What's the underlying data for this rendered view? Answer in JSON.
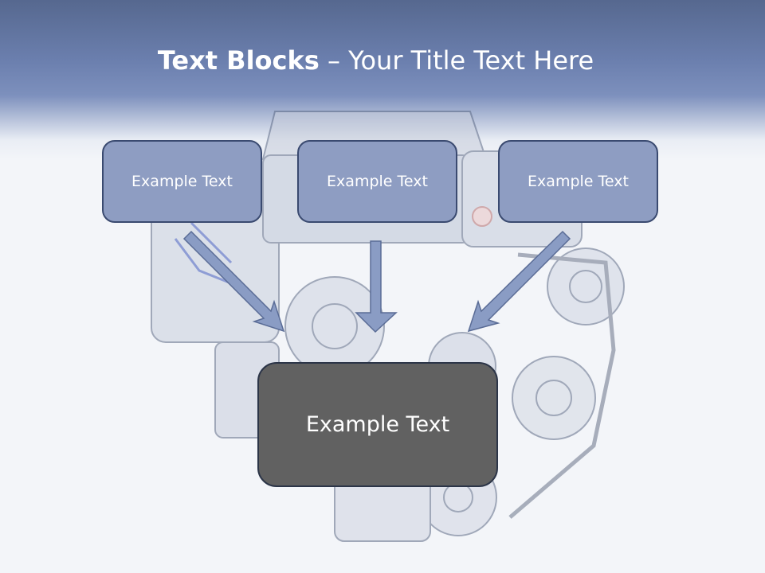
{
  "slide": {
    "title_bold": "Text Blocks",
    "title_dash": " – ",
    "title_rest": "Your Title Text Here"
  },
  "blocks": {
    "left": "Example Text",
    "center": "Example Text",
    "right": "Example Text",
    "main": "Example Text"
  },
  "colors": {
    "header_blue": "#6b7fae",
    "small_box_fill": "#8e9dc2",
    "box_border": "#3a4a70",
    "main_box_fill": "#616161",
    "arrow_fill": "#8a9cc4"
  }
}
